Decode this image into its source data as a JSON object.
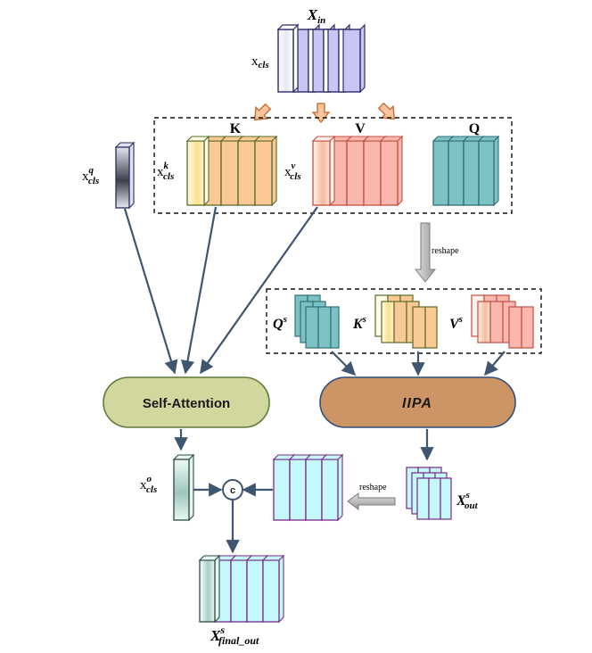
{
  "labels": {
    "x_in_main": "X",
    "x_in_sub": "in",
    "x_cls_main": "x",
    "x_cls_sub": "cls",
    "k_header": "K",
    "v_header": "V",
    "q_header": "Q",
    "x_cls_k_main": "x",
    "x_cls_k_sup": "k",
    "x_cls_k_sub": "cls",
    "x_cls_v_main": "x",
    "x_cls_v_sup": "v",
    "x_cls_v_sub": "cls",
    "x_cls_q_main": "x",
    "x_cls_q_sup": "q",
    "x_cls_q_sub": "cls",
    "reshape_top": "reshape",
    "q_s_main": "Q",
    "q_s_sup": "s",
    "k_s_main": "K",
    "k_s_sup": "s",
    "v_s_main": "V",
    "v_s_sup": "s",
    "self_attention": "Self-Attention",
    "iipa": "IIPA",
    "x_cls_o_main": "x",
    "x_cls_o_sup": "o",
    "x_cls_o_sub": "cls",
    "concat": "c",
    "reshape_bottom": "reshape",
    "x_out_main": "X",
    "x_out_sup": "s",
    "x_out_sub": "out",
    "x_final_main": "X",
    "x_final_sup": "s",
    "x_final_sub": "final_out"
  },
  "colors": {
    "x_in_fill": "#c9c6f5",
    "x_in_stroke": "#2b2b66",
    "k_fill": "#fbc993",
    "k_stroke": "#5a6b2a",
    "v_fill": "#f9b7ad",
    "v_stroke": "#c05040",
    "q_fill": "#7cc2c3",
    "q_stroke": "#2f6f7a",
    "cyan_fill": "#c4f8fb",
    "cyan_stroke": "#7a2a8a",
    "self_attention_fill": "#d2d79e",
    "self_attention_stroke": "#5f7a3a",
    "iipa_fill": "#cd9566",
    "iipa_stroke": "#2f4f7a",
    "arrow_color": "#3f5670",
    "orange_arrow_fill": "#f6c59c",
    "orange_arrow_stroke": "#c8662f"
  }
}
